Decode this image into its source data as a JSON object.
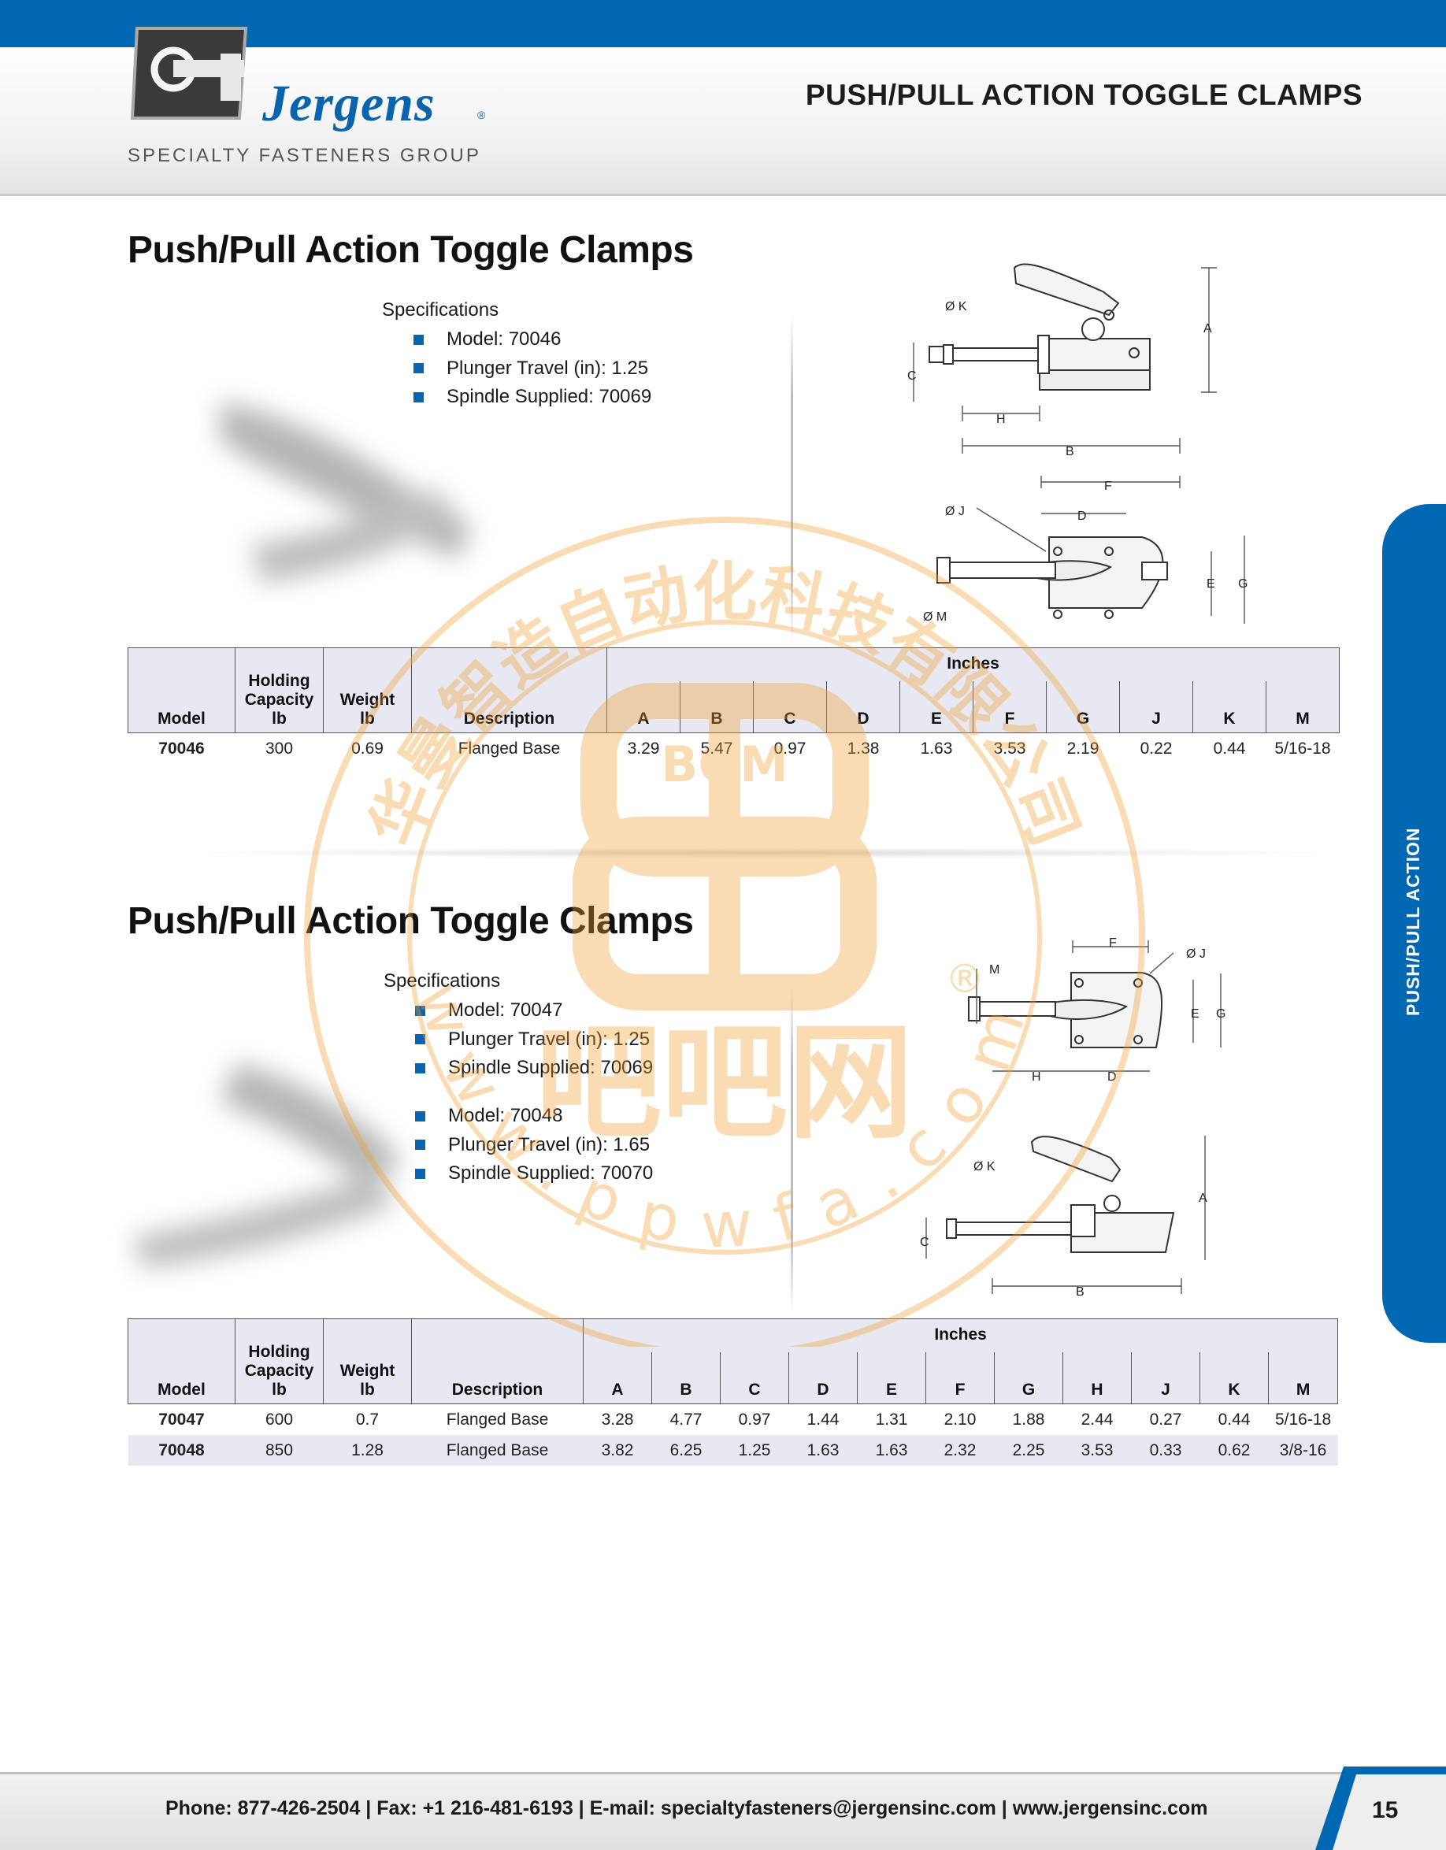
{
  "header": {
    "brand": "Jergens",
    "brand_mark": "®",
    "group": "SPECIALTY FASTENERS GROUP",
    "title": "PUSH/PULL ACTION TOGGLE CLAMPS"
  },
  "side_tab": {
    "label": "PUSH/PULL ACTION"
  },
  "section1": {
    "title": "Push/Pull Action Toggle Clamps",
    "spec_heading": "Specifications",
    "specs": [
      "Model: 70046",
      "Plunger Travel (in): 1.25",
      "Spindle Supplied: 70069"
    ],
    "table": {
      "columns": {
        "model": "Model",
        "holding": [
          "Holding",
          "Capacity",
          "lb"
        ],
        "weight": [
          "Weight",
          "lb"
        ],
        "description": "Description",
        "group": "Inches"
      },
      "dims": [
        "A",
        "B",
        "C",
        "D",
        "E",
        "F",
        "G",
        "J",
        "K",
        "M"
      ],
      "rows": [
        [
          "70046",
          "300",
          "0.69",
          "Flanged Base",
          "3.29",
          "5.47",
          "0.97",
          "1.38",
          "1.63",
          "3.53",
          "2.19",
          "0.22",
          "0.44",
          "5/16-18"
        ]
      ]
    },
    "diagram_labels": {
      "side": [
        "Ø K",
        "A",
        "C",
        "H",
        "B"
      ],
      "top": [
        "F",
        "D",
        "Ø J",
        "E",
        "G",
        "Ø M"
      ]
    }
  },
  "section2": {
    "title": "Push/Pull Action Toggle Clamps",
    "spec_heading": "Specifications",
    "specs_a": [
      "Model: 70047",
      "Plunger Travel (in): 1.25",
      "Spindle Supplied: 70069"
    ],
    "specs_b": [
      "Model: 70048",
      "Plunger Travel (in): 1.65",
      "Spindle Supplied: 70070"
    ],
    "table": {
      "columns": {
        "model": "Model",
        "holding": [
          "Holding",
          "Capacity",
          "lb"
        ],
        "weight": [
          "Weight",
          "lb"
        ],
        "description": "Description",
        "group": "Inches"
      },
      "dims": [
        "A",
        "B",
        "C",
        "D",
        "E",
        "F",
        "G",
        "H",
        "J",
        "K",
        "M"
      ],
      "rows": [
        [
          "70047",
          "600",
          "0.7",
          "Flanged Base",
          "3.28",
          "4.77",
          "0.97",
          "1.44",
          "1.31",
          "2.10",
          "1.88",
          "2.44",
          "0.27",
          "0.44",
          "5/16-18"
        ],
        [
          "70048",
          "850",
          "1.28",
          "Flanged Base",
          "3.82",
          "6.25",
          "1.25",
          "1.63",
          "1.63",
          "2.32",
          "2.25",
          "3.53",
          "0.33",
          "0.62",
          "3/8-16"
        ]
      ]
    },
    "diagram_labels": {
      "top": [
        "F",
        "Ø J",
        "M",
        "E",
        "G",
        "H",
        "D"
      ],
      "side": [
        "Ø K",
        "A",
        "C",
        "B"
      ]
    }
  },
  "watermark": {
    "company": "华曼智造自动化科技有限公司",
    "logo_text": "BOM",
    "name": "吧吧网",
    "url": "www.ppwfa.com",
    "mark": "®"
  },
  "footer": {
    "contact": "Phone: 877-426-2504  |  Fax: +1 216-481-6193  |  E-mail: specialtyfasteners@jergensinc.com  |  www.jergensinc.com",
    "page": "15"
  },
  "colors": {
    "brand_blue": "#0068b3",
    "table_shade": "#e8e8f2",
    "watermark_orange": "#f0a030"
  }
}
